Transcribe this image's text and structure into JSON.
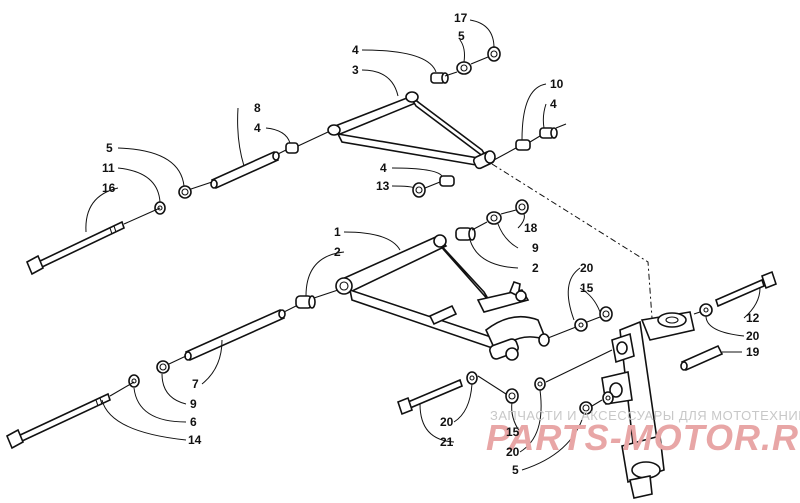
{
  "watermark": {
    "tagline": "ЗАПЧАСТИ И АКСЕССУАРЫ ДЛЯ МОТОТЕХНИКИ",
    "brand": "PARTS-MOTOR.RU"
  },
  "callouts": [
    {
      "id": "c17",
      "num": "17"
    },
    {
      "id": "c5a",
      "num": "5"
    },
    {
      "id": "c4a",
      "num": "4"
    },
    {
      "id": "c3",
      "num": "3"
    },
    {
      "id": "c10",
      "num": "10"
    },
    {
      "id": "c4b",
      "num": "4"
    },
    {
      "id": "c8",
      "num": "8"
    },
    {
      "id": "c4c",
      "num": "4"
    },
    {
      "id": "c5b",
      "num": "5"
    },
    {
      "id": "c11",
      "num": "11"
    },
    {
      "id": "c16",
      "num": "16"
    },
    {
      "id": "c4d",
      "num": "4"
    },
    {
      "id": "c13",
      "num": "13"
    },
    {
      "id": "c18",
      "num": "18"
    },
    {
      "id": "c9a",
      "num": "9"
    },
    {
      "id": "c1",
      "num": "1"
    },
    {
      "id": "c2a",
      "num": "2"
    },
    {
      "id": "c2b",
      "num": "2"
    },
    {
      "id": "c20a",
      "num": "20"
    },
    {
      "id": "c15a",
      "num": "15"
    },
    {
      "id": "c12",
      "num": "12"
    },
    {
      "id": "c20b",
      "num": "20"
    },
    {
      "id": "c19",
      "num": "19"
    },
    {
      "id": "c7",
      "num": "7"
    },
    {
      "id": "c9b",
      "num": "9"
    },
    {
      "id": "c6",
      "num": "6"
    },
    {
      "id": "c14",
      "num": "14"
    },
    {
      "id": "c20c",
      "num": "20"
    },
    {
      "id": "c21",
      "num": "21"
    },
    {
      "id": "c15b",
      "num": "15"
    },
    {
      "id": "c20d",
      "num": "20"
    },
    {
      "id": "c5c",
      "num": "5"
    }
  ]
}
